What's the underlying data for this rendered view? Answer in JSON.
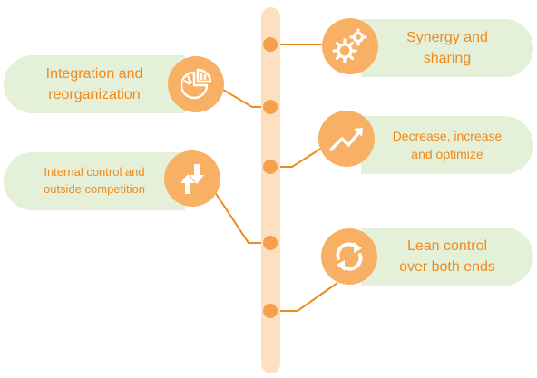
{
  "items": {
    "synergy": {
      "line1": "Synergy and",
      "line2": "sharing",
      "icon": "gears-icon"
    },
    "integration": {
      "line1": "Integration and",
      "line2": "reorganization",
      "icon": "pie-chart-icon"
    },
    "decrease": {
      "line1": "Decrease, increase",
      "line2": "and optimize",
      "icon": "trend-up-icon"
    },
    "internal": {
      "line1": "Internal control and",
      "line2": "outside competition",
      "icon": "opposing-arrows-icon"
    },
    "lean": {
      "line1": "Lean control",
      "line2": "over both ends",
      "icon": "refresh-icon"
    }
  },
  "colors": {
    "spine": "#fde0c0",
    "node": "#f5a04c",
    "pill": "#e4f0d8",
    "text": "#f08a1c",
    "icon_bg": "#f8b064",
    "connector": "#f08a1c"
  }
}
